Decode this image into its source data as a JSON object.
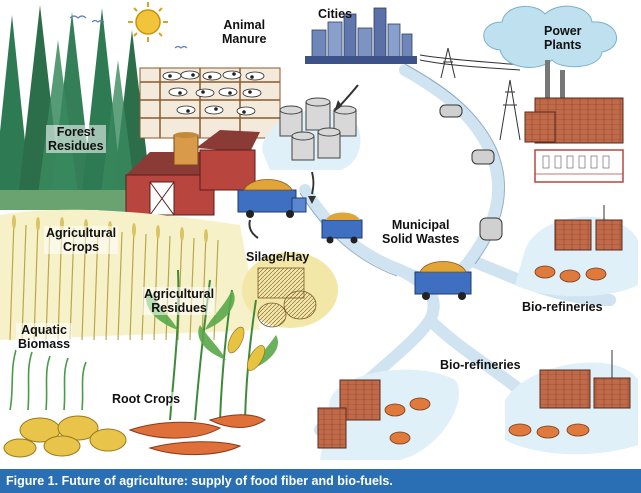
{
  "labels": {
    "animal_manure": "Animal\nManure",
    "cities": "Cities",
    "power_plants": "Power\nPlants",
    "forest_residues": "Forest\nResidues",
    "agricultural_crops": "Agricultural\nCrops",
    "municipal_solid_wastes": "Municipal\nSolid Wastes",
    "silage_hay": "Silage/Hay",
    "agricultural_residues": "Agricultural\nResidues",
    "aquatic_biomass": "Aquatic\nBiomass",
    "bio_refineries_right": "Bio-refineries",
    "bio_refineries_bottom": "Bio-refineries",
    "root_crops": "Root Crops"
  },
  "caption": "Figure 1. Future of agriculture: supply of food fiber and bio-fuels.",
  "colors": {
    "caption_bar": "#2a6fb3",
    "road": "#cfe3f1",
    "forest": "#2e7a52",
    "barn": "#b8463f",
    "cloud": "#bfe0ee",
    "truck": "#3f6fc0",
    "refinery_tank": "#e07a3c"
  }
}
